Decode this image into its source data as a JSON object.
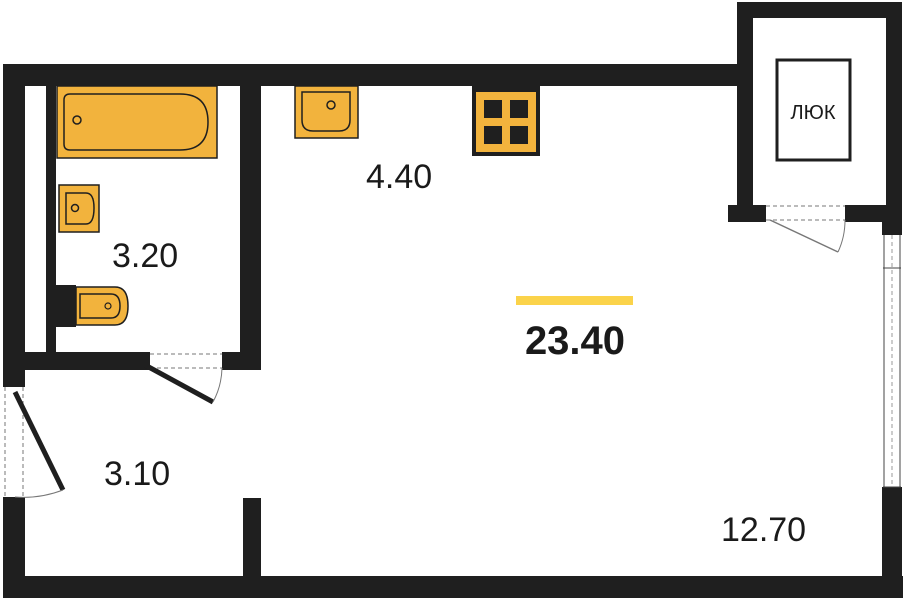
{
  "plan": {
    "total_area": "23.40",
    "rooms": {
      "bathroom": "3.20",
      "kitchen": "4.40",
      "hallway": "3.10",
      "living": "12.70"
    },
    "hatch_label": "ЛЮК"
  },
  "colors": {
    "wall": "#1f1f1f",
    "fixture_fill": "#f2b33d",
    "accent_bar": "#fbd34a",
    "background": "#ffffff",
    "text": "#1a1a1a"
  }
}
